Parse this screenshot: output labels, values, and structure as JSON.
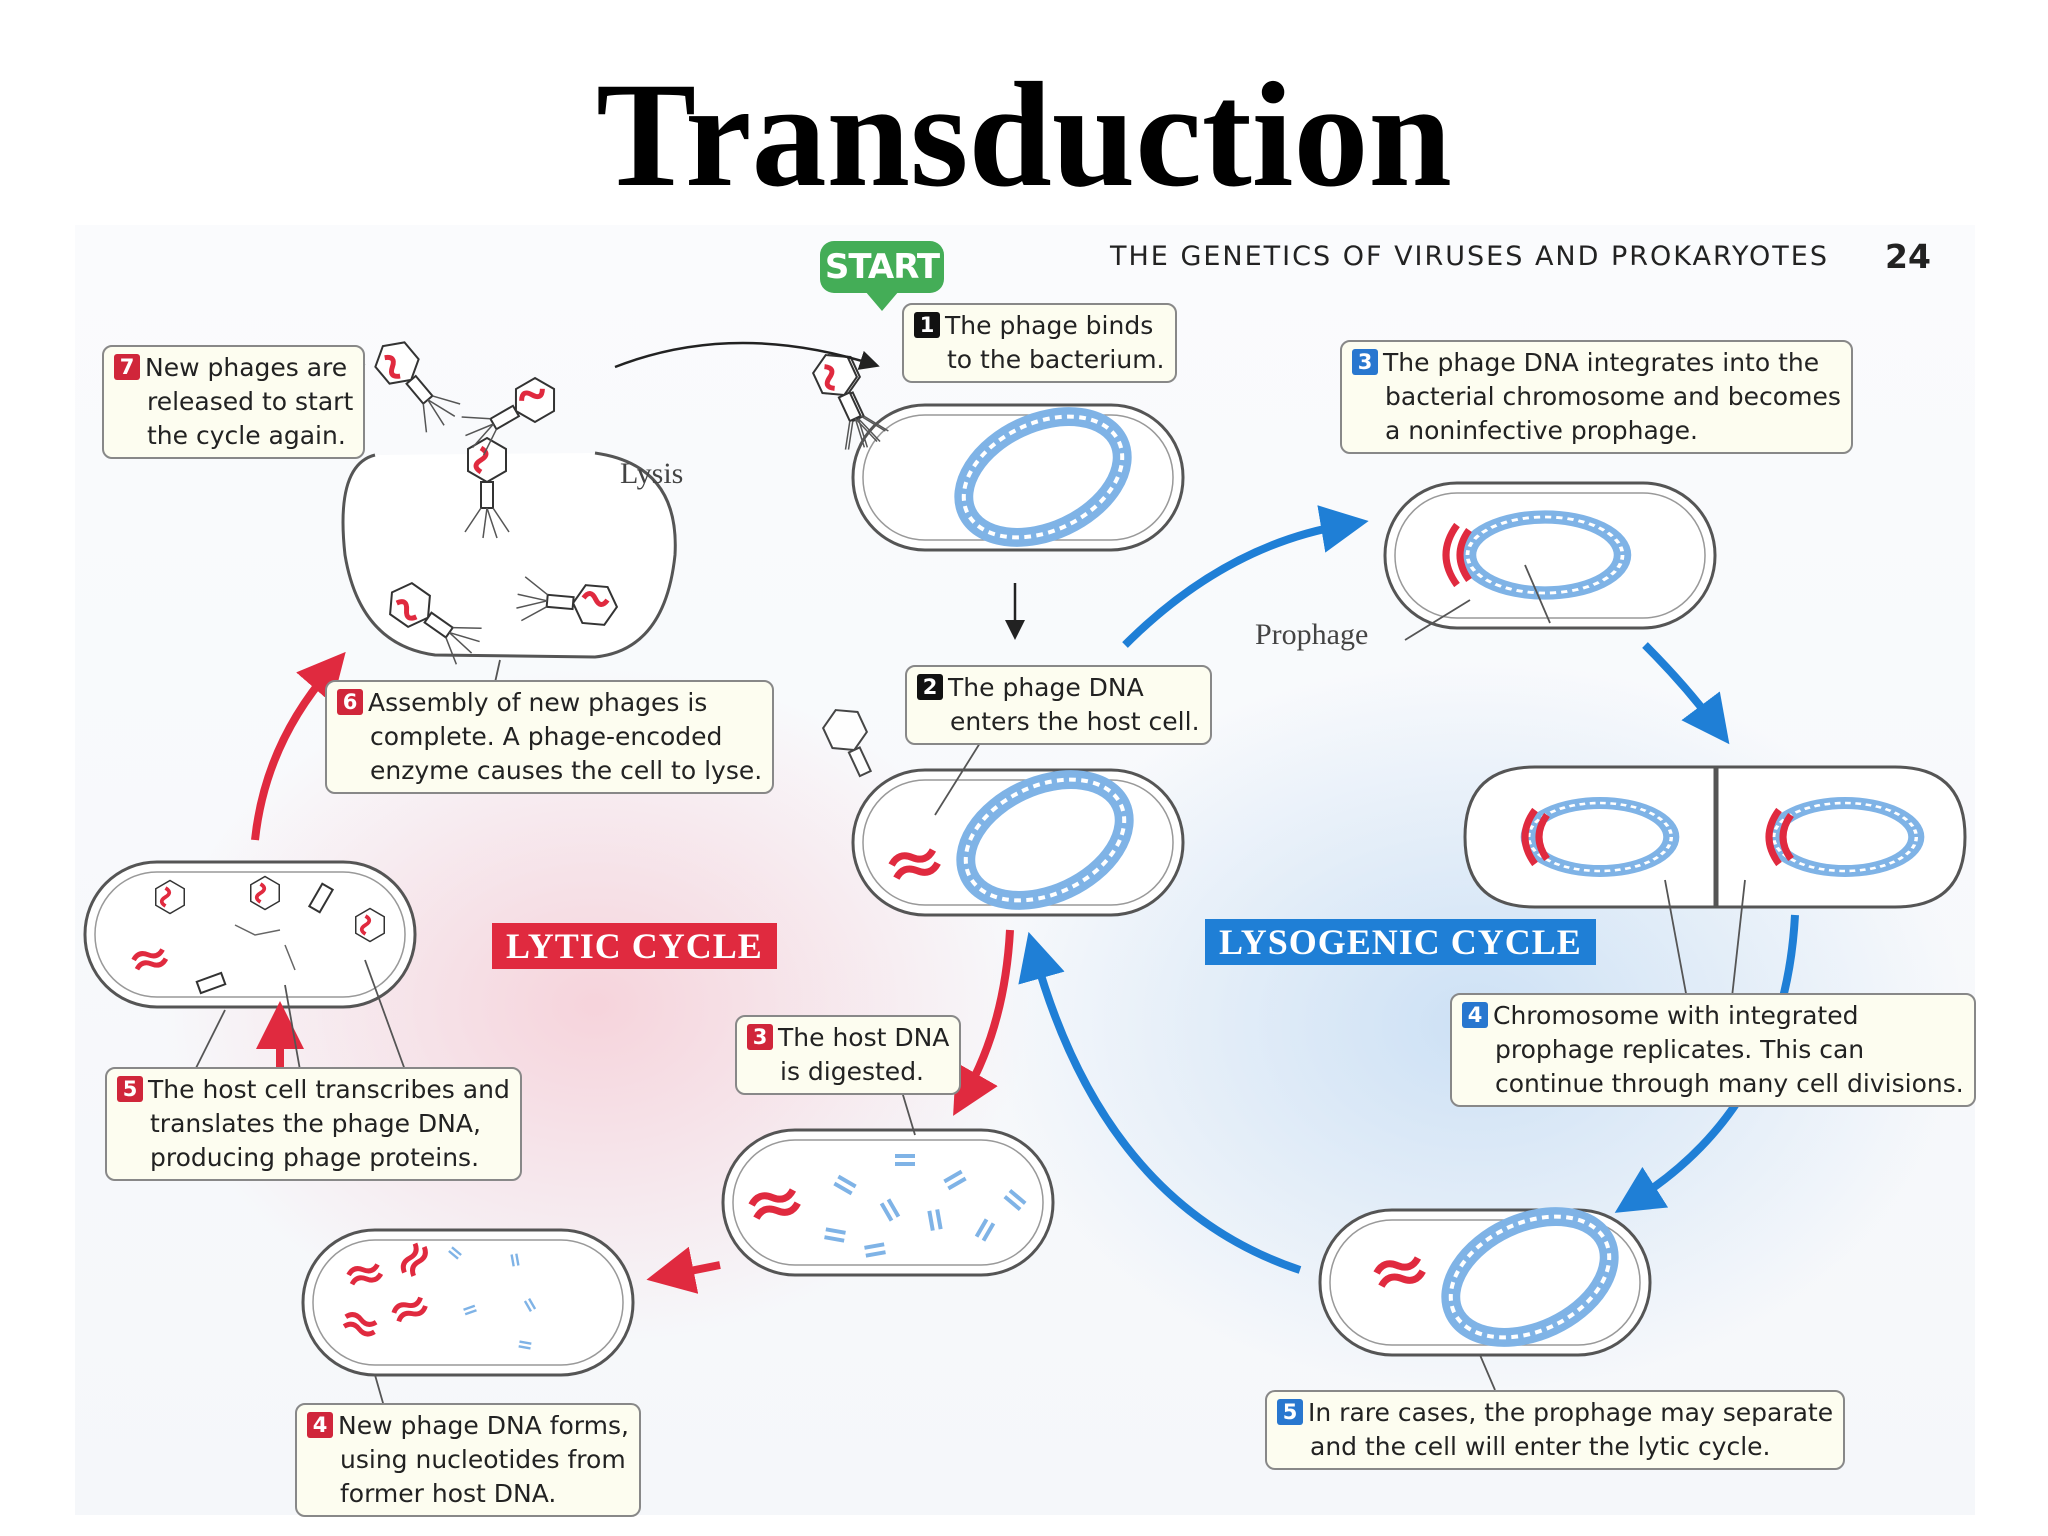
{
  "title": "Transduction",
  "figure": {
    "running_head": "THE GENETICS OF VIRUSES AND PROKARYOTES",
    "page_number": "24",
    "start_label": "START",
    "lytic_label": "LYTIC CYCLE",
    "lysogenic_label": "LYSOGENIC CYCLE",
    "lysis_label": "Lysis",
    "prophage_label": "Prophage",
    "colors": {
      "lytic": "#e02a3f",
      "lysogenic": "#1f7fd6",
      "start": "#44ad57",
      "bacterial_dna": "#7fb3e6",
      "phage_dna": "#e02a3f"
    },
    "steps": {
      "s1": {
        "num": "1",
        "lines": [
          "The phage binds",
          "to the bacterium."
        ]
      },
      "s2": {
        "num": "2",
        "lines": [
          "The phage DNA",
          "enters the host cell."
        ]
      },
      "lytic3": {
        "num": "3",
        "lines": [
          "The host DNA",
          "is digested."
        ]
      },
      "lytic4": {
        "num": "4",
        "lines": [
          "New phage DNA forms,",
          "using nucleotides from",
          "former host DNA."
        ]
      },
      "lytic5": {
        "num": "5",
        "lines": [
          "The host cell transcribes and",
          "translates the phage DNA,",
          "producing phage proteins."
        ]
      },
      "lytic6": {
        "num": "6",
        "lines": [
          "Assembly of new phages is",
          "complete. A phage-encoded",
          "enzyme causes the cell to lyse."
        ]
      },
      "lytic7": {
        "num": "7",
        "lines": [
          "New phages are",
          "released to start",
          "the cycle again."
        ]
      },
      "lyso3": {
        "num": "3",
        "lines": [
          "The phage DNA integrates into the",
          "bacterial chromosome and becomes",
          "a noninfective prophage."
        ]
      },
      "lyso4": {
        "num": "4",
        "lines": [
          "Chromosome with integrated",
          "prophage replicates. This can",
          "continue through many cell divisions."
        ]
      },
      "lyso5": {
        "num": "5",
        "lines": [
          "In rare cases, the prophage may separate",
          "and the cell will enter the lytic cycle."
        ]
      }
    }
  }
}
